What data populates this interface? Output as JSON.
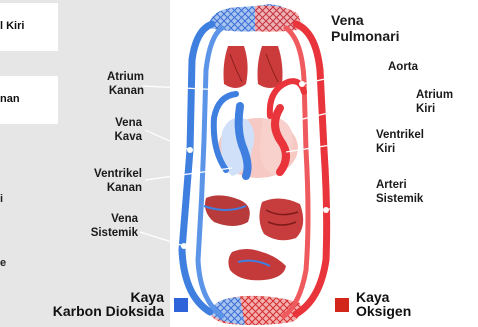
{
  "left_panel": {
    "card1_text": "l Kiri",
    "card2_text": "nan",
    "fragment1": "i",
    "fragment2": "e"
  },
  "labels": {
    "vena_pulmonari": [
      "Vena",
      "Pulmonari"
    ],
    "aorta": "Aorta",
    "atrium_kanan": [
      "Atrium",
      "Kanan"
    ],
    "atrium_kiri": [
      "Atrium",
      "Kiri"
    ],
    "vena_kava": [
      "Vena",
      "Kava"
    ],
    "ventrikel_kiri": [
      "Ventrikel",
      "Kiri"
    ],
    "ventrikel_kanan": [
      "Ventrikel",
      "Kanan"
    ],
    "arteri_sistemik": [
      "Arteri",
      "Sistemik"
    ],
    "vena_sistemik": [
      "Vena",
      "Sistemik"
    ]
  },
  "legend": {
    "blue": {
      "line1": "Kaya",
      "line2": "Karbon Dioksida",
      "color": "#2f63d9"
    },
    "red": {
      "line1": "Kaya",
      "line2": "Oksigen",
      "color": "#d3261b"
    }
  },
  "colors": {
    "blue_vessel": "#3f7fe0",
    "red_vessel": "#e8343a",
    "panel_bg": "#e6e6e6"
  }
}
